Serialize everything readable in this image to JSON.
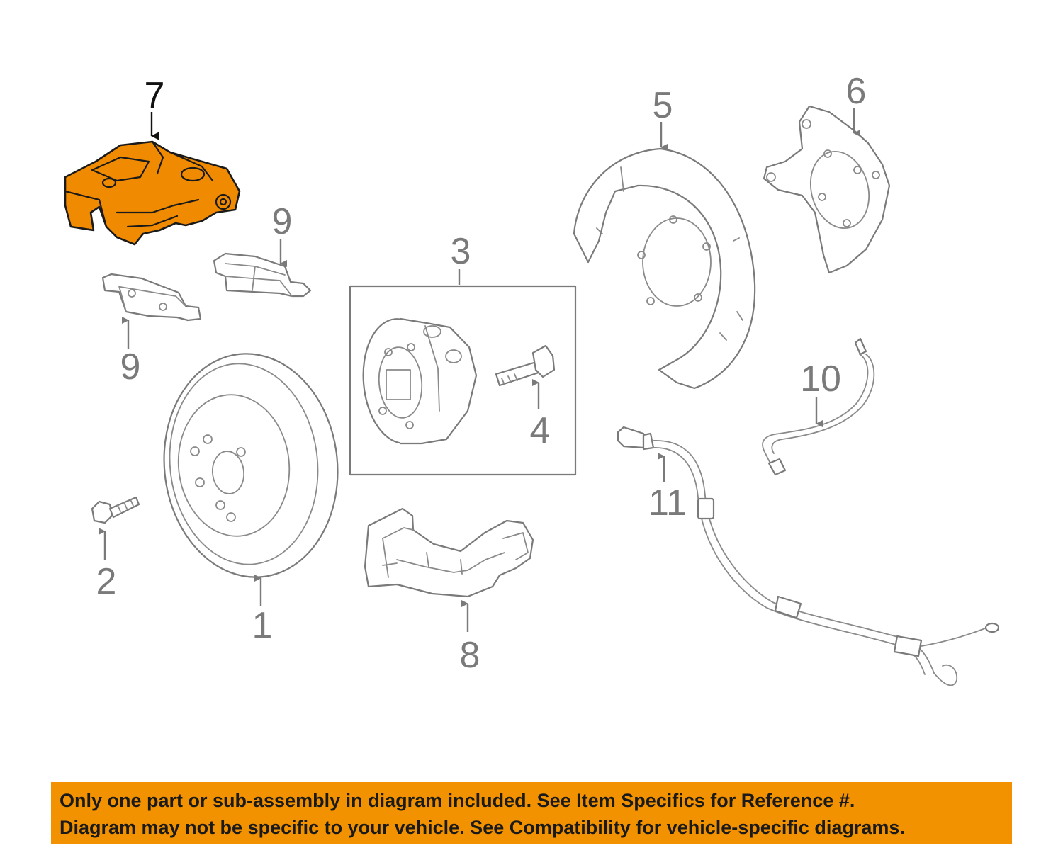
{
  "diagram": {
    "highlighted_callout": "7",
    "colors": {
      "highlight": "#f08a00",
      "banner": "#f39200",
      "line_art": "#7a7a7a"
    },
    "callouts": {
      "c1": "1",
      "c2": "2",
      "c3": "3",
      "c4": "4",
      "c5": "5",
      "c6": "6",
      "c7": "7",
      "c8": "8",
      "c9a": "9",
      "c9b": "9",
      "c10": "10",
      "c11": "11"
    }
  },
  "notice": {
    "line1": "Only one part or sub-assembly in diagram included. See Item Specifics for Reference #.",
    "line2": "Diagram may not be specific to your vehicle. See Compatibility for vehicle-specific diagrams."
  }
}
